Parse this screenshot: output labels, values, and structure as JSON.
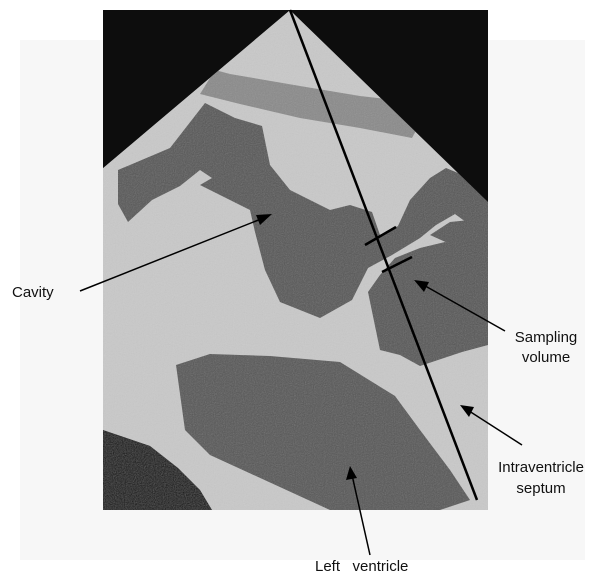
{
  "labels": {
    "cavity": "Cavity",
    "sampling_volume_line1": "Sampling",
    "sampling_volume_line2": "volume",
    "septum_line1": "Intraventricle",
    "septum_line2": "septum",
    "left_ventricle": "Left   ventricle"
  },
  "colors": {
    "background_black": "#0d0d0d",
    "tissue_light": "#c9c9c9",
    "tissue_dark": "#565656",
    "tissue_mid": "#8a8a8a",
    "page_bg": "#f4f4f4",
    "line": "#000000"
  }
}
